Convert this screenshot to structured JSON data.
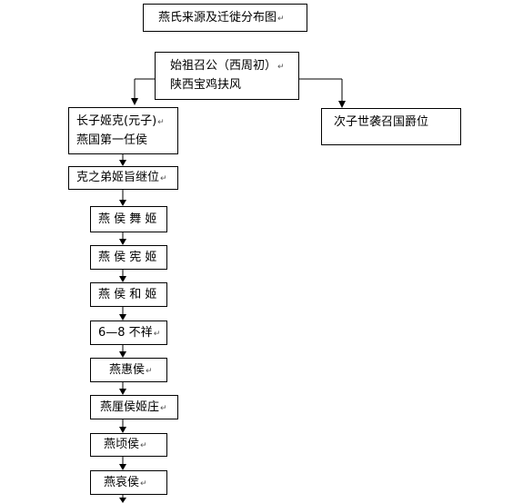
{
  "title": {
    "text": "燕氏来源及迁徙分布图",
    "mark": "↵"
  },
  "root": {
    "line1": "始祖召公（西周初）",
    "line2": "陕西宝鸡扶风",
    "mark": "↵"
  },
  "left_branch": {
    "line1": "长子姬克(元子)",
    "line2": "燕国第一任侯",
    "mark": "↵"
  },
  "right_branch": {
    "text": "次子世袭召国爵位"
  },
  "lineage": [
    {
      "text": "克之弟姬旨继位",
      "mark": "↵"
    },
    {
      "text": "燕 侯 舞 姬",
      "mark": ""
    },
    {
      "text": "燕 侯 宪 姬",
      "mark": ""
    },
    {
      "text": "燕 侯 和 姬",
      "mark": ""
    },
    {
      "text": "6—8 不祥",
      "mark": "↵"
    },
    {
      "text": "燕惠侯",
      "mark": "↵"
    },
    {
      "text": "燕厘侯姬庄",
      "mark": "↵"
    },
    {
      "text": "燕顷侯",
      "mark": "↵"
    },
    {
      "text": "燕哀侯",
      "mark": "↵"
    }
  ]
}
